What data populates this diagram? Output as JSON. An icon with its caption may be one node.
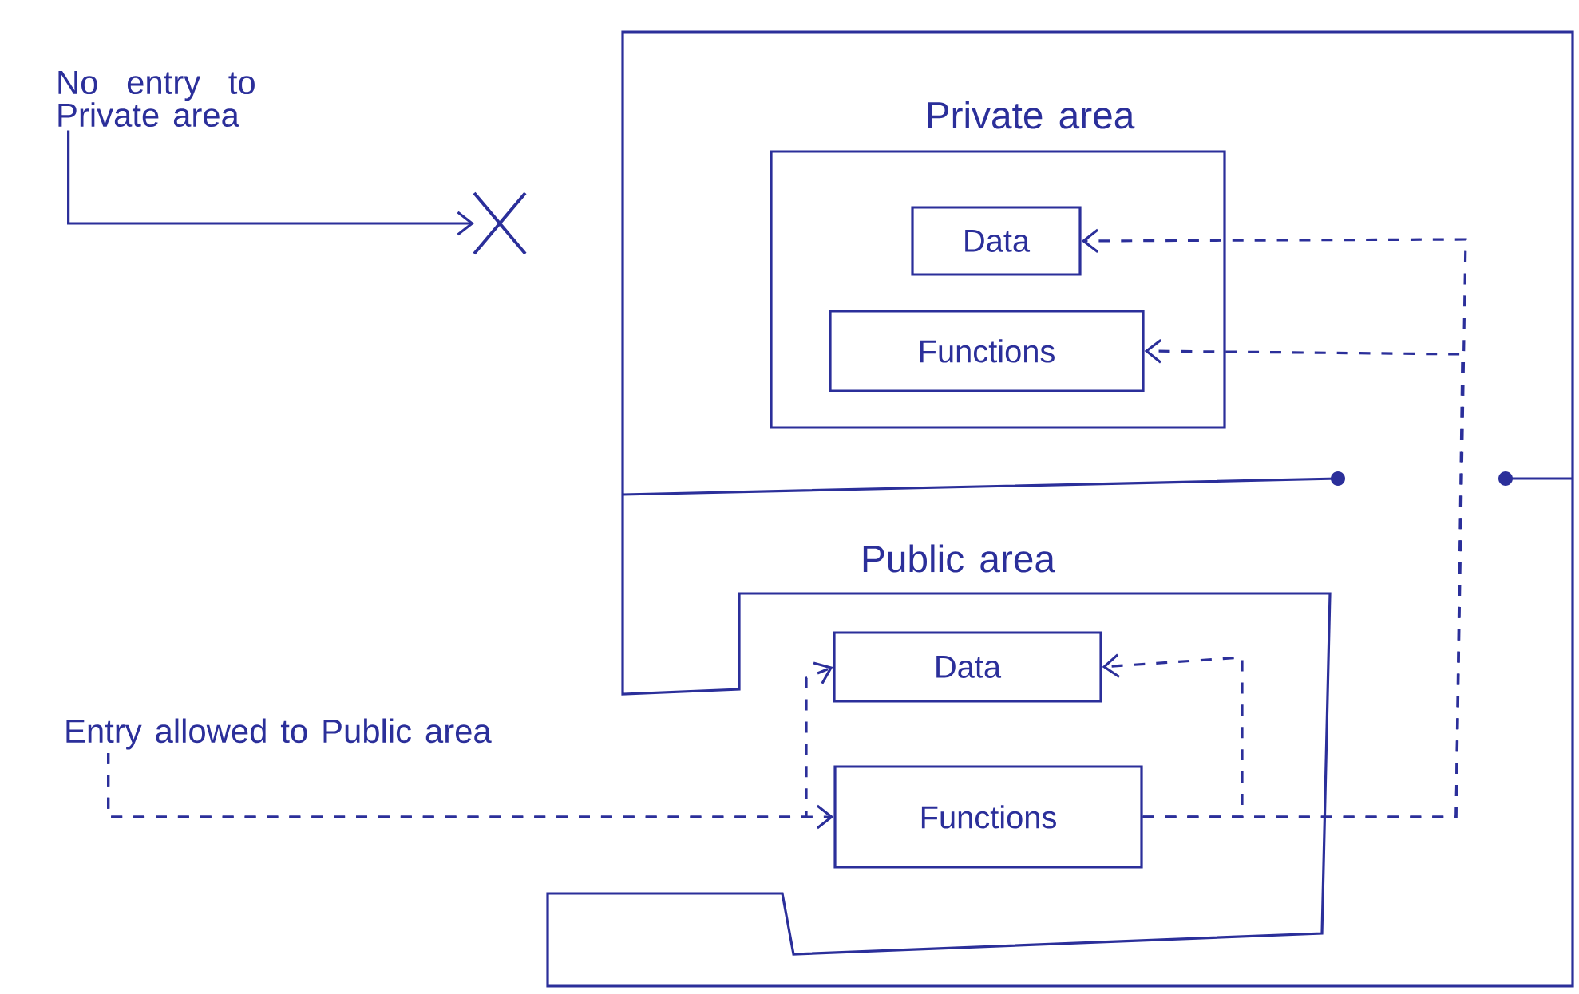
{
  "diagram": {
    "nodes": [
      {
        "text": [
          "Private area"
        ]
      },
      {
        "text": [],
        "shape": "box",
        "in": 0
      },
      {
        "text": [
          "Data"
        ],
        "in": 1
      },
      {
        "text": [
          "Functions"
        ],
        "in": 1
      },
      {
        "text": [
          "Public area"
        ]
      },
      {
        "text": [
          "Data"
        ],
        "in": 4
      },
      {
        "text": [
          "Functions"
        ],
        "in": 4
      },
      {
        "text": [
          "No entry to Private area"
        ]
      },
      {
        "text": [],
        "shape": "cross"
      },
      {
        "text": [
          "Entry allowed to Public area"
        ]
      }
    ],
    "edges": [
      {
        "from": 6,
        "to": 2,
        "arrow": "to",
        "style": "dashed"
      },
      {
        "from": 6,
        "to": 3,
        "arrow": "to",
        "style": "dashed"
      },
      {
        "from": 6,
        "to": 5,
        "arrow": "to",
        "style": "dashed"
      },
      {
        "from": 9,
        "to": 6,
        "arrow": "to",
        "style": "dashed"
      },
      {
        "from": 9,
        "to": 5,
        "arrow": "to",
        "style": "dashed"
      },
      {
        "from": 7,
        "to": 8,
        "arrow": "to"
      }
    ]
  }
}
